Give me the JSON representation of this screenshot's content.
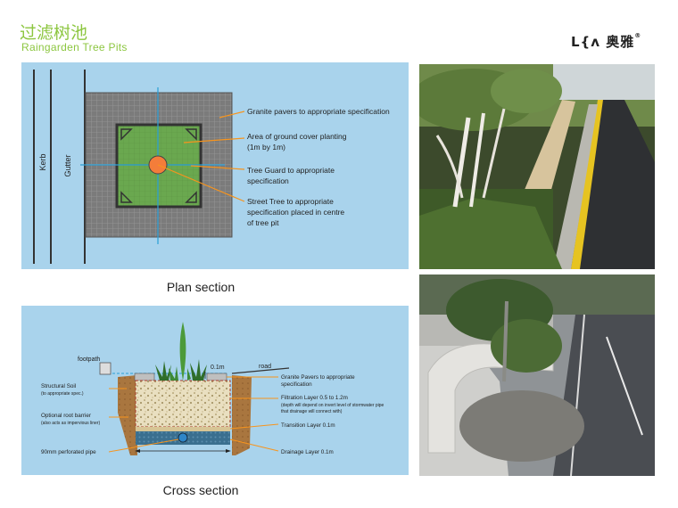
{
  "header": {
    "title_cn": "过滤树池",
    "title_en": "Raingarden Tree Pits",
    "logo_text": "L{ʌ 奥雅",
    "logo_mark": "®"
  },
  "plan": {
    "caption": "Plan section",
    "kerb": "Kerb",
    "gutter": "Gutter",
    "callouts": [
      [
        "Granite pavers to appropriate specification"
      ],
      [
        "Area of ground cover planting",
        "(1m by 1m)"
      ],
      [
        "Tree Guard to appropriate",
        "specification"
      ],
      [
        "Street Tree to appropriate",
        "specification placed in centre",
        "of tree pit"
      ]
    ]
  },
  "cross": {
    "caption": "Cross section",
    "footpath": "footpath",
    "road": "road",
    "dim_top": "0.1m",
    "left_labels": [
      [
        "Structural Soil",
        "(to appropriate spec.)"
      ],
      [
        "Optional root barrier",
        "(also acts as impervious liner)"
      ],
      [
        "90mm perforated pipe"
      ]
    ],
    "right_labels": [
      [
        "Granite Pavers to appropriate",
        "specification"
      ],
      [
        "Filtration Layer 0.5 to 1.2m",
        "(depth will depend on invert level of stormwater pipe",
        "that drainage will connect with)"
      ],
      [
        "Transition Layer 0.1m"
      ],
      [
        "Drainage Layer 0.1m"
      ]
    ]
  },
  "colors": {
    "accent_green": "#8cc63f",
    "panel_blue": "#a9d3ec",
    "callout_orange": "#f7941d",
    "planting_green": "#6aa84f",
    "paver_grey": "#7a7a7a"
  }
}
